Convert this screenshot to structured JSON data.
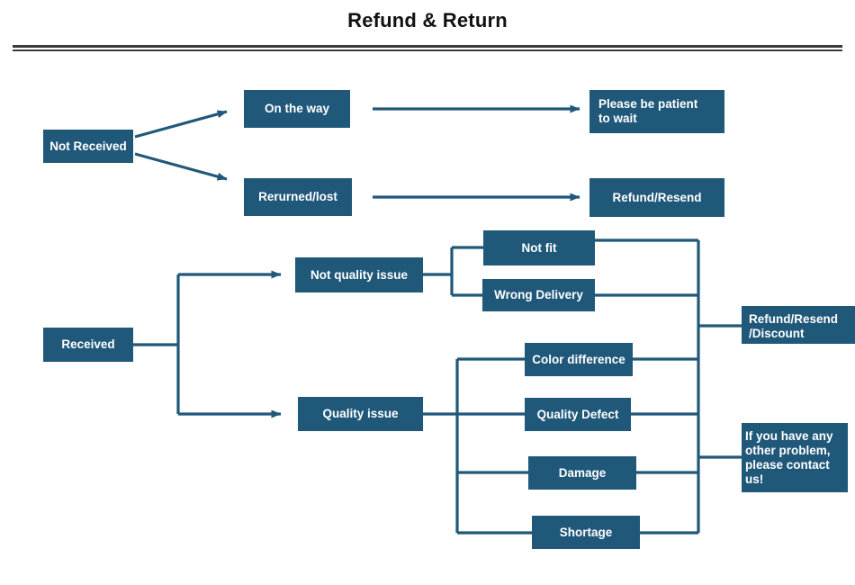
{
  "page": {
    "title": "Refund & Return"
  },
  "theme": {
    "box_fill": "#20587a",
    "box_text": "#ffffff",
    "connector": "#20587a",
    "rule": "#3a3a3a",
    "background": "#ffffff"
  },
  "nodes": {
    "not_received": "Not Received",
    "on_the_way": "On the way",
    "returned_lost": "Rerurned/lost",
    "please_wait": "Please be patient\nto wait",
    "refund_resend": "Refund/Resend",
    "received": "Received",
    "not_quality_issue": "Not quality issue",
    "quality_issue": "Quality issue",
    "not_fit": "Not fit",
    "wrong_delivery": "Wrong Delivery",
    "color_difference": "Color difference",
    "quality_defect": "Quality Defect",
    "damage": "Damage",
    "shortage": "Shortage",
    "refund_resend_discount": "Refund/Resend\n/Discount",
    "contact_us": "If you have any\n other problem,\nplease contact\nus!"
  },
  "flows": [
    {
      "from": "Not Received",
      "to": "On the way",
      "then": "Please be patient to wait"
    },
    {
      "from": "Not Received",
      "to": "Rerurned/lost",
      "then": "Refund/Resend"
    },
    {
      "from": "Received",
      "to": "Not quality issue",
      "children": [
        "Not fit",
        "Wrong Delivery"
      ],
      "then": "Refund/Resend /Discount"
    },
    {
      "from": "Received",
      "to": "Quality issue",
      "children": [
        "Color difference",
        "Quality Defect",
        "Damage",
        "Shortage"
      ],
      "then": "Refund/Resend /Discount"
    },
    {
      "from": "merge-bus",
      "to": "If you have any other problem, please contact us!"
    }
  ]
}
